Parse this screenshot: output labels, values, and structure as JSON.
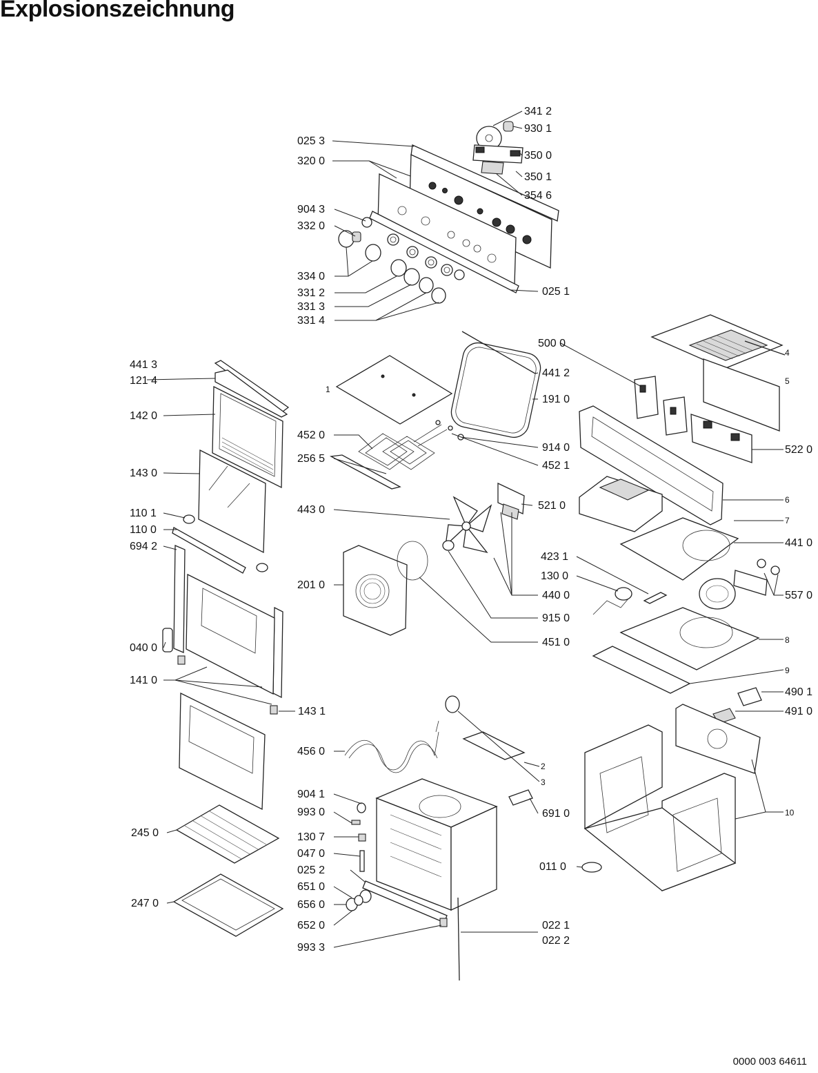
{
  "page": {
    "title": "Explosionszeichnung",
    "doc_number": "0000 003 64611"
  },
  "labels": [
    "341 2",
    "930 1",
    "025 3",
    "350 0",
    "320 0",
    "350 1",
    "354 6",
    "904 3",
    "332 0",
    "334 0",
    "331 2",
    "331 3",
    "331 4",
    "025 1",
    "500 0",
    "441 3",
    "121 4",
    "441 2",
    "191 0",
    "142 0",
    "452 0",
    "914 0",
    "522 0",
    "452 1",
    "256 5",
    "143 0",
    "443 0",
    "521 0",
    "110 1",
    "110 0",
    "694 2",
    "423 1",
    "441 0",
    "130 0",
    "201 0",
    "440 0",
    "557 0",
    "915 0",
    "451 0",
    "040 0",
    "141 0",
    "490 1",
    "491 0",
    "143 1",
    "456 0",
    "904 1",
    "993 0",
    "691 0",
    "130 7",
    "047 0",
    "245 0",
    "025 2",
    "651 0",
    "011 0",
    "656 0",
    "247 0",
    "652 0",
    "022 1",
    "022 2",
    "993 3",
    "1",
    "2",
    "3",
    "4",
    "5",
    "6",
    "7",
    "8",
    "9",
    "10"
  ]
}
